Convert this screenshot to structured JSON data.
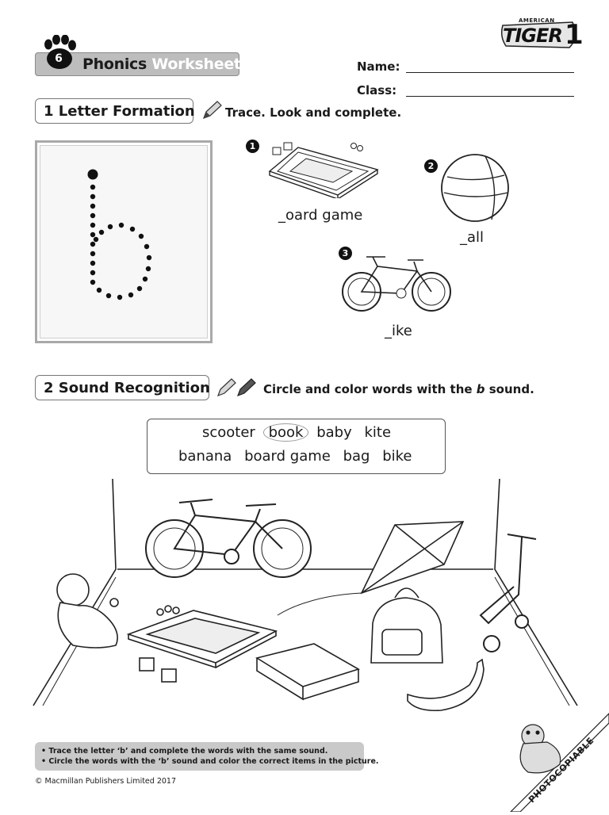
{
  "header": {
    "unit_number": "6",
    "title_word1": "Phonics",
    "title_word2": "Worksheet",
    "logo_small": "AMERICAN",
    "logo_main": "TIGER",
    "logo_level": "1",
    "name_label": "Name:",
    "class_label": "Class:"
  },
  "section1": {
    "title": "1 Letter Formation",
    "instruction": "Trace. Look and complete.",
    "trace_letter": "b",
    "items": [
      {
        "number": "1",
        "word": "_oard game",
        "picture": "board-game"
      },
      {
        "number": "2",
        "word": "_all",
        "picture": "ball"
      },
      {
        "number": "3",
        "word": "_ike",
        "picture": "bike"
      }
    ]
  },
  "section2": {
    "title": "2 Sound Recognition",
    "instruction_before": "Circle and color words with the ",
    "instruction_letter": "b",
    "instruction_after": " sound.",
    "words_row1": [
      "scooter",
      "book",
      "baby",
      "kite"
    ],
    "words_row2": [
      "banana",
      "board game",
      "bag",
      "bike"
    ],
    "example_circled": "book"
  },
  "footer": {
    "note1": "• Trace the letter ‘b’ and complete the words with the same sound.",
    "note2": "• Circle the words with the ‘b’ sound and color the correct items in the picture.",
    "copyright": "© Macmillan Publishers Limited 2017",
    "photocopiable": "PHOTOCOPIABLE"
  },
  "colors": {
    "header_pill": "#bdbdbd",
    "note_box": "#c9c9c9",
    "ink": "#1a1a1a"
  }
}
